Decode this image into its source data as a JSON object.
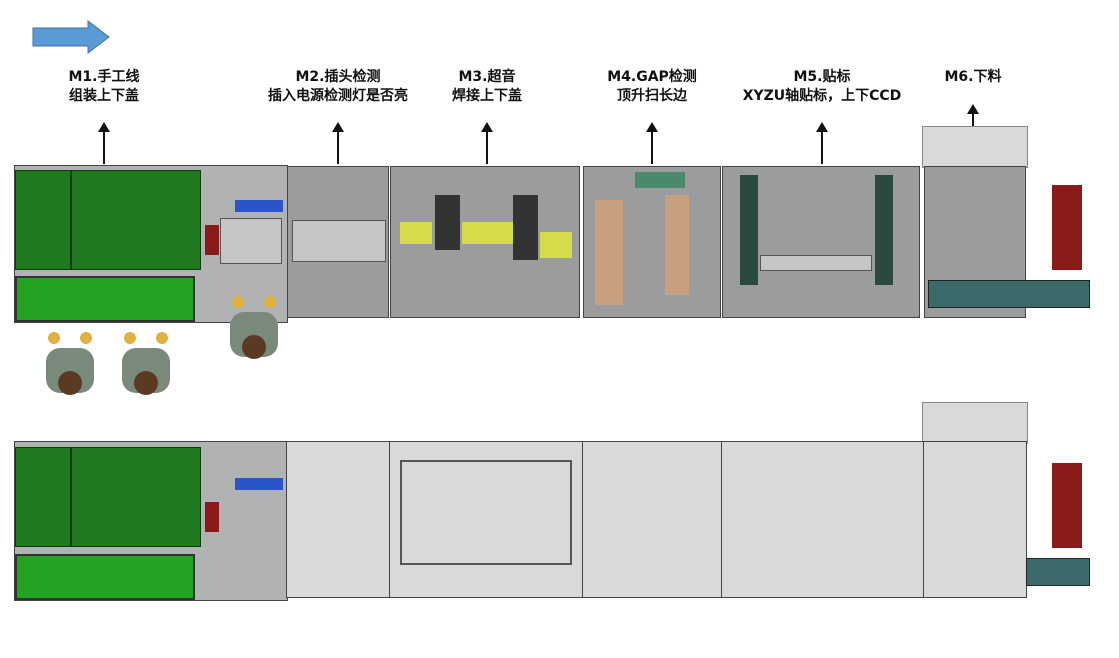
{
  "flow_direction_icon": "arrow-right",
  "colors": {
    "flow_arrow": "#5b9bd5",
    "workstation_green": "#1f7a1f",
    "conveyor_green": "#22a322",
    "frame_gray": "#9a9c9e",
    "cover_gray": "#d9d9d9",
    "yellow_part": "#d4dc4a",
    "tan_part": "#c8a080",
    "robot_red": "#8b1a1a"
  },
  "stations": [
    {
      "title": "M1.手工线",
      "desc": "组装上下盖"
    },
    {
      "title": "M2.插头检测",
      "desc": "插入电源检测灯是否亮"
    },
    {
      "title": "M3.超音",
      "desc": "焊接上下盖"
    },
    {
      "title": "M4.GAP检测",
      "desc": "顶升扫长边"
    },
    {
      "title": "M5.贴标",
      "desc": "XYZU轴贴标，上下CCD"
    },
    {
      "title": "M6.下料",
      "desc": ""
    }
  ]
}
